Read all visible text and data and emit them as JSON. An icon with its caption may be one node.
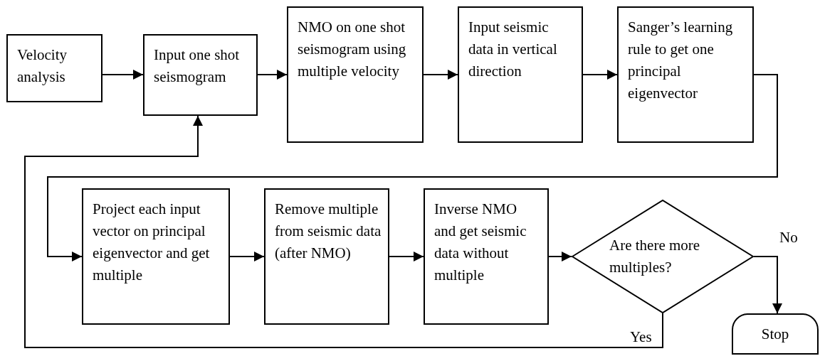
{
  "diagram": {
    "nodes": [
      {
        "text": [
          "Velocity analysis"
        ]
      },
      {
        "text": [
          "Input one shot seismogram"
        ]
      },
      {
        "text": [
          "NMO on one shot seismogram using multiple velocity"
        ]
      },
      {
        "text": [
          "Input seismic data in vertical direction"
        ]
      },
      {
        "text": [
          "Sanger’s learning rule to get one principal eigenvector"
        ]
      },
      {
        "text": [
          "Project each input vector on principal eigenvector and get multiple"
        ]
      },
      {
        "text": [
          "Remove multiple from seismic data (after NMO)"
        ]
      },
      {
        "text": [
          "Inverse NMO and get seismic data without multiple"
        ]
      },
      {
        "text": [
          "Are there more multiples?"
        ]
      },
      {
        "text": [
          "Stop"
        ]
      }
    ],
    "edges": [
      {
        "from": 0,
        "to": 1,
        "arrow": "to"
      },
      {
        "from": 1,
        "to": 2,
        "arrow": "to"
      },
      {
        "from": 2,
        "to": 3,
        "arrow": "to"
      },
      {
        "from": 3,
        "to": 4,
        "arrow": "to"
      },
      {
        "from": 4,
        "to": 5,
        "arrow": "to"
      },
      {
        "from": 5,
        "to": 6,
        "arrow": "to"
      },
      {
        "from": 6,
        "to": 7,
        "arrow": "to"
      },
      {
        "from": 7,
        "to": 8,
        "arrow": "to"
      },
      {
        "from": 8,
        "to": 9,
        "arrow": "to",
        "label": "No"
      },
      {
        "from": 8,
        "to": 1,
        "arrow": "to",
        "label": "Yes"
      }
    ]
  }
}
